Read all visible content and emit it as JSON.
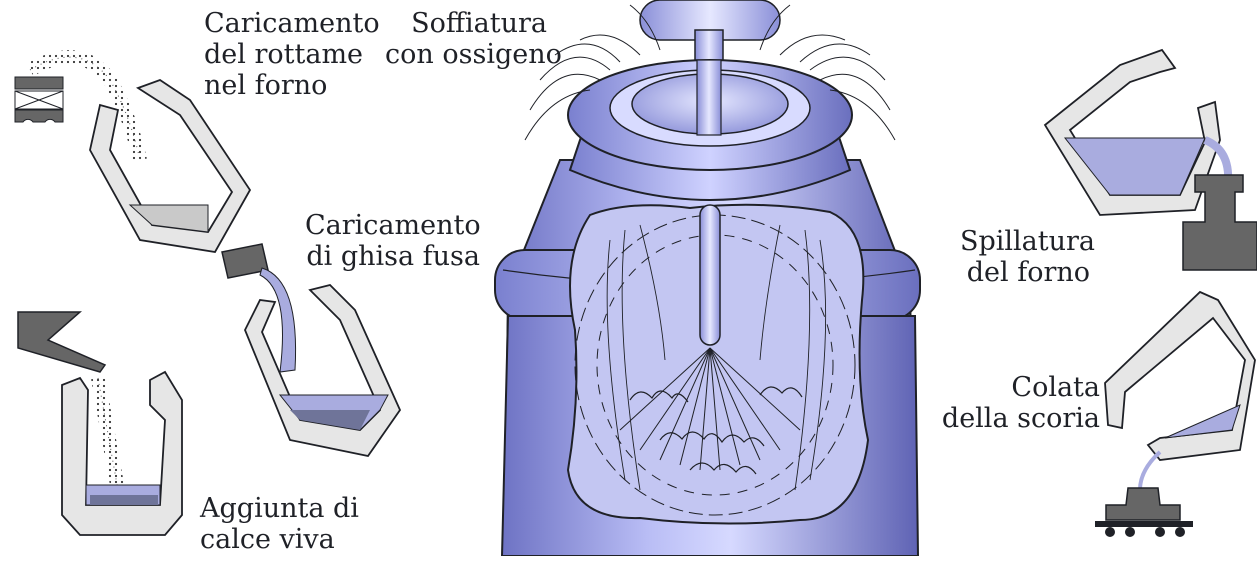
{
  "colors": {
    "vessel_body": "#9aa0e8",
    "vessel_dark": "#5e62b0",
    "vessel_light": "#d9dcff",
    "lining": "#e6e6e6",
    "outline": "#1f2127",
    "scrap": "#c9c9c9",
    "molten_iron": "#a9acdf",
    "slag_dark": "#6f7499",
    "machine_gray": "#666666"
  },
  "labels": {
    "scrap_charging": [
      "Caricamento",
      "del rottame",
      "nel forno"
    ],
    "oxygen_blowing": [
      "Soffiatura",
      "con ossigeno"
    ],
    "hot_metal_charging": [
      "Caricamento",
      "di ghisa fusa"
    ],
    "lime_addition": [
      "Aggiunta di",
      "calce viva"
    ],
    "tapping": [
      "Spillatura",
      "del forno"
    ],
    "slag_pouring": [
      "Colata",
      "della scoria"
    ]
  },
  "icons": {
    "scrap_box": "scrap-charging-box-icon",
    "ladle": "hot-metal-ladle-icon",
    "lime_chute": "lime-chute-icon",
    "tap_ladle": "tapping-ladle-icon",
    "slag_pot": "slag-pot-car-icon"
  }
}
